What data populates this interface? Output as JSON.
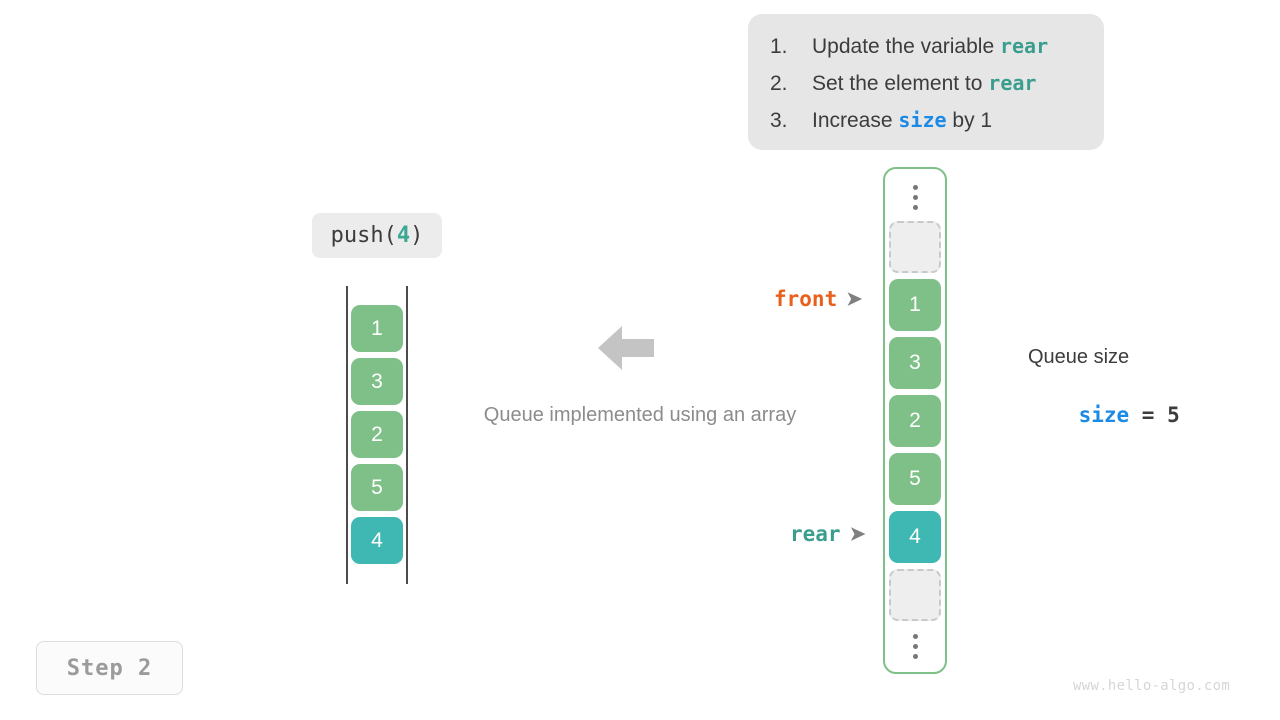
{
  "instructions": {
    "steps": [
      {
        "num": "1.",
        "before": "Update the variable ",
        "code": "rear",
        "code_color": "teal",
        "after": ""
      },
      {
        "num": "2.",
        "before": "Set the element to ",
        "code": "rear",
        "code_color": "teal",
        "after": ""
      },
      {
        "num": "3.",
        "before": "Increase ",
        "code": "size",
        "code_color": "blue",
        "after": " by 1"
      }
    ]
  },
  "operation": {
    "name": "push(",
    "arg": "4",
    "close": ")"
  },
  "abstract_queue": {
    "cells": [
      {
        "value": "1",
        "style": "green"
      },
      {
        "value": "3",
        "style": "green"
      },
      {
        "value": "2",
        "style": "green"
      },
      {
        "value": "5",
        "style": "green"
      },
      {
        "value": "4",
        "style": "teal"
      }
    ]
  },
  "caption": "Queue implemented using an array",
  "array": {
    "slots": [
      {
        "kind": "ellipsis",
        "value": ""
      },
      {
        "kind": "empty",
        "value": ""
      },
      {
        "kind": "green",
        "value": "1"
      },
      {
        "kind": "green",
        "value": "3"
      },
      {
        "kind": "green",
        "value": "2"
      },
      {
        "kind": "green",
        "value": "5"
      },
      {
        "kind": "teal",
        "value": "4"
      },
      {
        "kind": "empty",
        "value": ""
      },
      {
        "kind": "ellipsis",
        "value": ""
      }
    ]
  },
  "pointers": {
    "front": {
      "label": "front",
      "tip": "➤",
      "color": "#e8601c"
    },
    "rear": {
      "label": "rear",
      "tip": "➤",
      "color": "#3a9e8f"
    }
  },
  "size_readout": {
    "title": "Queue size",
    "var": "size",
    "operator": " = ",
    "value": "5"
  },
  "step_badge": "Step 2",
  "watermark": "www.hello-algo.com",
  "colors": {
    "green": "#7fc088",
    "teal": "#3fb8b3",
    "blue": "#1a8ae5",
    "orange": "#e8601c",
    "box_bg": "#e6e6e6"
  }
}
